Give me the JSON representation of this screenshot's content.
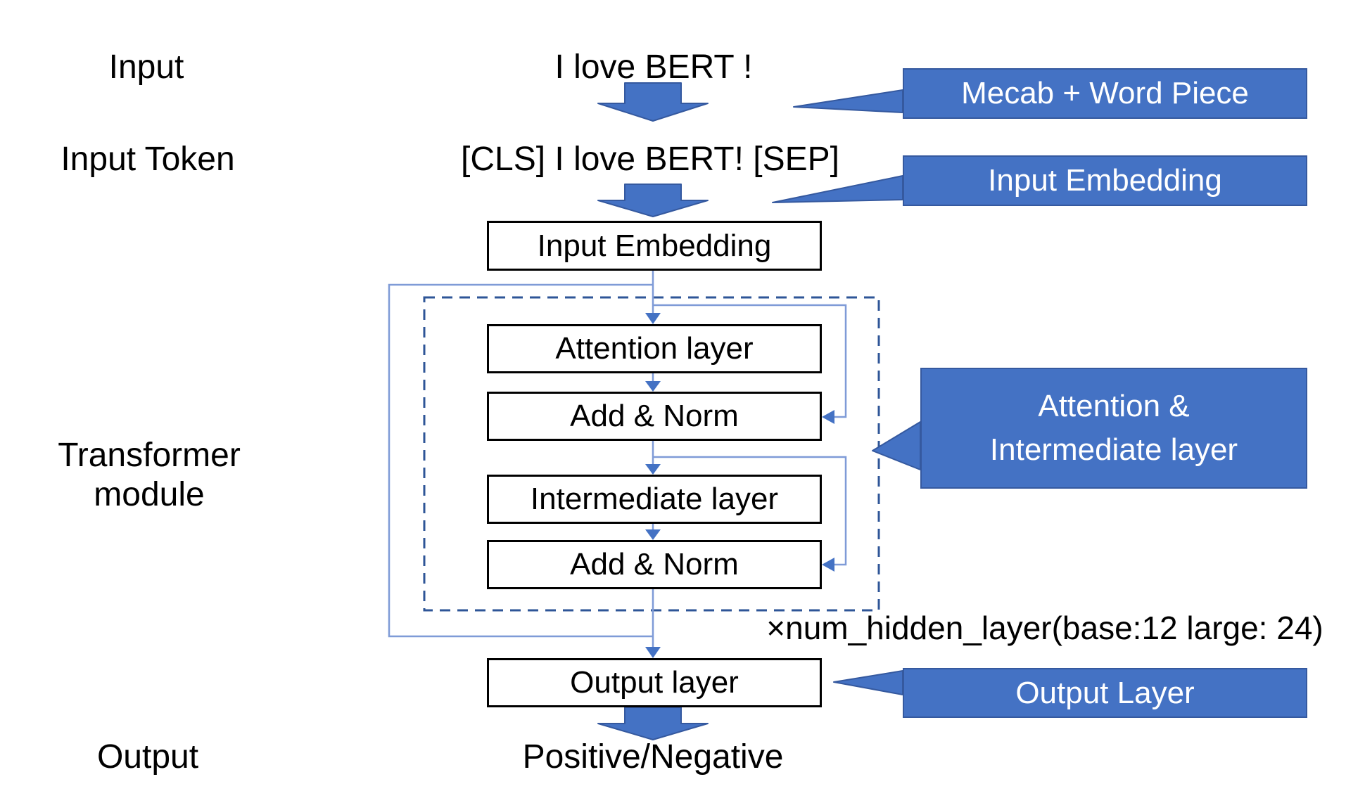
{
  "colors": {
    "accent": "#4472C4",
    "accent_border": "#35599F",
    "connector": "#7F9BD7",
    "connector_head": "#4472C4",
    "dashed_border": "#2E5597",
    "box_border": "#000000",
    "box_bg": "#FFFFFF",
    "text": "#000000",
    "callout_text": "#FFFFFF",
    "background": "#FFFFFF"
  },
  "row_labels": {
    "input": "Input",
    "input_token": "Input Token",
    "transformer_module": "Transformer module",
    "output": "Output"
  },
  "flow": {
    "input_text": "I love BERT !",
    "token_text": "[CLS] I love BERT! [SEP]",
    "output_text": "Positive/Negative",
    "repeat_note": "×num_hidden_layer(base:12 large: 24)"
  },
  "boxes": {
    "input_embedding": "Input Embedding",
    "attention": "Attention layer",
    "add_norm_1": "Add & Norm",
    "intermediate": "Intermediate layer",
    "add_norm_2": "Add & Norm",
    "output_layer": "Output layer"
  },
  "callouts": {
    "mecab": "Mecab + Word Piece",
    "input_embedding": "Input Embedding",
    "attention_line1": "Attention &",
    "attention_line2": "Intermediate layer",
    "output": "Output Layer"
  }
}
